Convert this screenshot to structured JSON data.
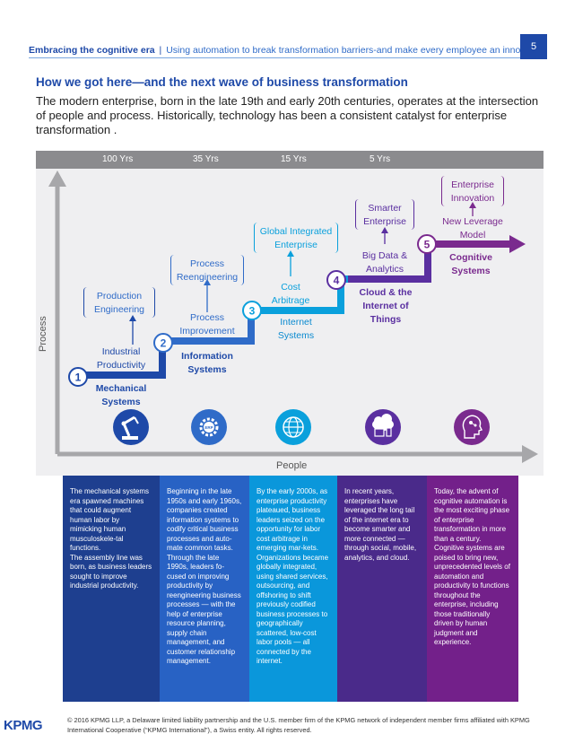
{
  "header": {
    "title": "Embracing the cognitive era",
    "separator": "|",
    "subtitle": "Using automation to break transformation barriers-and make every employee an innovator",
    "page_number": "5"
  },
  "section_title": "How we got here—and the next wave of business transformation",
  "intro": "The modern enterprise, born in the late 19th and early 20th centuries, operates at the intersection of people and process. Historically, technology has been a consistent catalyst for enterprise transformation .",
  "diagram": {
    "eras": [
      "100 Yrs",
      "35 Yrs",
      "15 Yrs",
      "5 Yrs"
    ],
    "y_axis": "Process",
    "x_axis": "People",
    "steps": [
      {
        "num": "1",
        "lower": "Industrial\nProductivity",
        "system": "Mechanical\nSystems",
        "upper": "Production\nEngineering",
        "color": "#1e49a8"
      },
      {
        "num": "2",
        "lower": "Process\nImprovement",
        "system": "Information\nSystems",
        "upper": "Process\nReengineering",
        "color": "#2f6bc8"
      },
      {
        "num": "3",
        "lower": "Cost\nArbitrage",
        "system": "Internet\nSystems",
        "upper": "Global Integrated\nEnterprise",
        "color": "#0aa0dc"
      },
      {
        "num": "4",
        "lower": "Big Data &\nAnalytics",
        "system": "Cloud & the\nInternet of\nThings",
        "upper": "Smarter\nEnterprise",
        "color": "#5a2fa0"
      },
      {
        "num": "5",
        "lower": "New Leverage\nModel",
        "system": "Cognitive\nSystems",
        "upper": "Enterprise\nInnovation",
        "color": "#7a2a8e"
      }
    ],
    "icons": [
      "robot-arm-icon",
      "erp-gear-icon",
      "globe-icon",
      "cloud-devices-icon",
      "brain-head-icon"
    ]
  },
  "columns": [
    {
      "text": "The mechanical systems era spawned machines that could augment human labor by mimicking human musculoskele-tal functions.\nThe assembly line was born, as business leaders sought to improve industrial productivity.",
      "color": "#1e3f8f"
    },
    {
      "text": "Beginning in the late 1950s and early 1960s, companies created information systems to codify critical business processes and auto-mate common tasks. Through the late 1990s, leaders fo-cused on improving productivity by reengineering business processes — with the help of enterprise resource planning, supply chain management, and customer relationship management.",
      "color": "#2862c4"
    },
    {
      "text": "By the early 2000s, as enterprise productivity plateaued, business leaders seized on the opportunity for labor cost arbitrage in emerging mar-kets. Organizations became globally integrated, using shared services, outsourcing, and offshoring to shift previously codified business processes to geographically scattered, low-cost labor pools — all connected by the internet.",
      "color": "#0a97db"
    },
    {
      "text": "In recent years, enterprises have leveraged the long tail of the internet era to become smarter and more connected — through social, mobile, analytics, and cloud.",
      "color": "#4a2a8a"
    },
    {
      "text": "Today, the advent of cognitive automation is the most exciting phase of enterprise transformation in more than a century. Cognitive systems are poised to bring new, unprecedented levels of automation and productivity to functions throughout the enterprise, including those traditionally driven by human judgment and experience.",
      "color": "#73208a"
    }
  ],
  "footer": {
    "logo": "KPMG",
    "text": "© 2016 KPMG LLP, a Delaware limited liability partnership and the U.S. member firm of the KPMG network of independent member firms affiliated with KPMG International Cooperative (“KPMG International”), a Swiss entity. All rights reserved.",
    "erp_badge": "ERP"
  }
}
